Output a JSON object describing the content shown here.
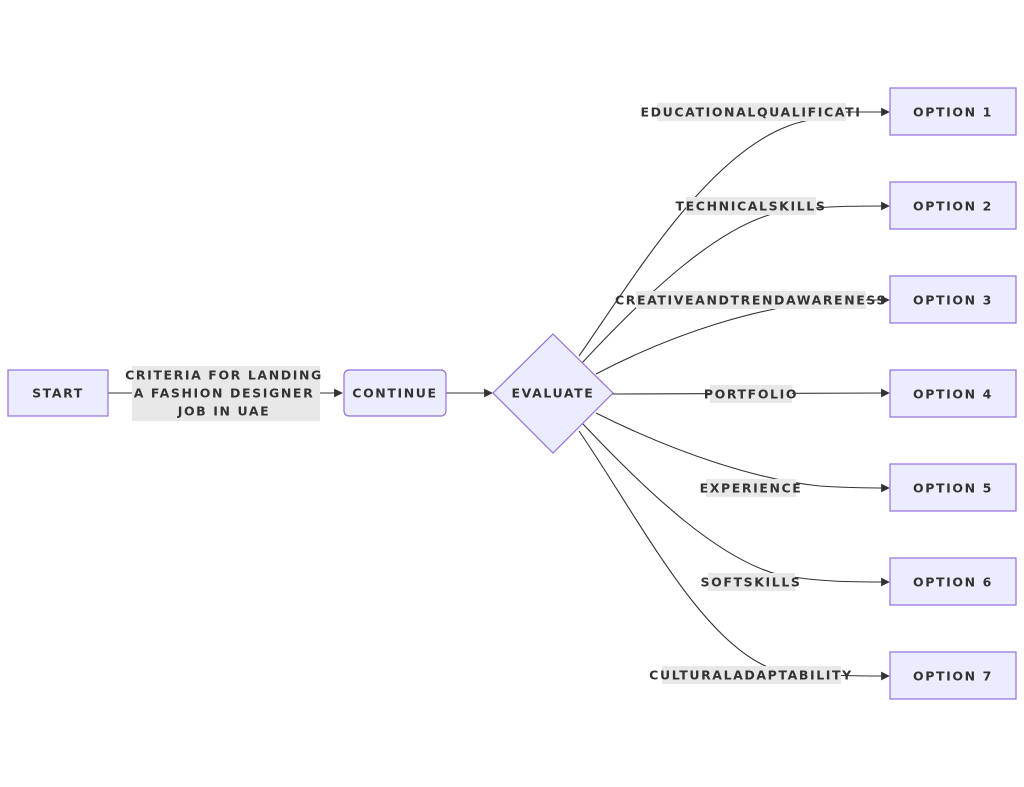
{
  "nodes": {
    "start": "START",
    "continue": "CONTINUE",
    "evaluate": "EVALUATE"
  },
  "criteria_label": [
    "CRITERIA FOR LANDING",
    "A FASHION DESIGNER",
    "JOB IN UAE"
  ],
  "branches": [
    {
      "label": "EDUCATIONALQUALIFICATI",
      "option": "OPTION 1"
    },
    {
      "label": "TECHNICALSKILLS",
      "option": "OPTION 2"
    },
    {
      "label": "CREATIVEANDTRENDAWARENESS",
      "option": "OPTION 3"
    },
    {
      "label": "PORTFOLIO",
      "option": "OPTION 4"
    },
    {
      "label": "EXPERIENCE",
      "option": "OPTION 5"
    },
    {
      "label": "SOFTSKILLS",
      "option": "OPTION 6"
    },
    {
      "label": "CULTURALADAPTABILITY",
      "option": "OPTION 7"
    }
  ],
  "colors": {
    "node_fill": "#ececff",
    "node_stroke": "#9370db",
    "edge": "#333333",
    "label_bg": "#e8e8e8"
  }
}
